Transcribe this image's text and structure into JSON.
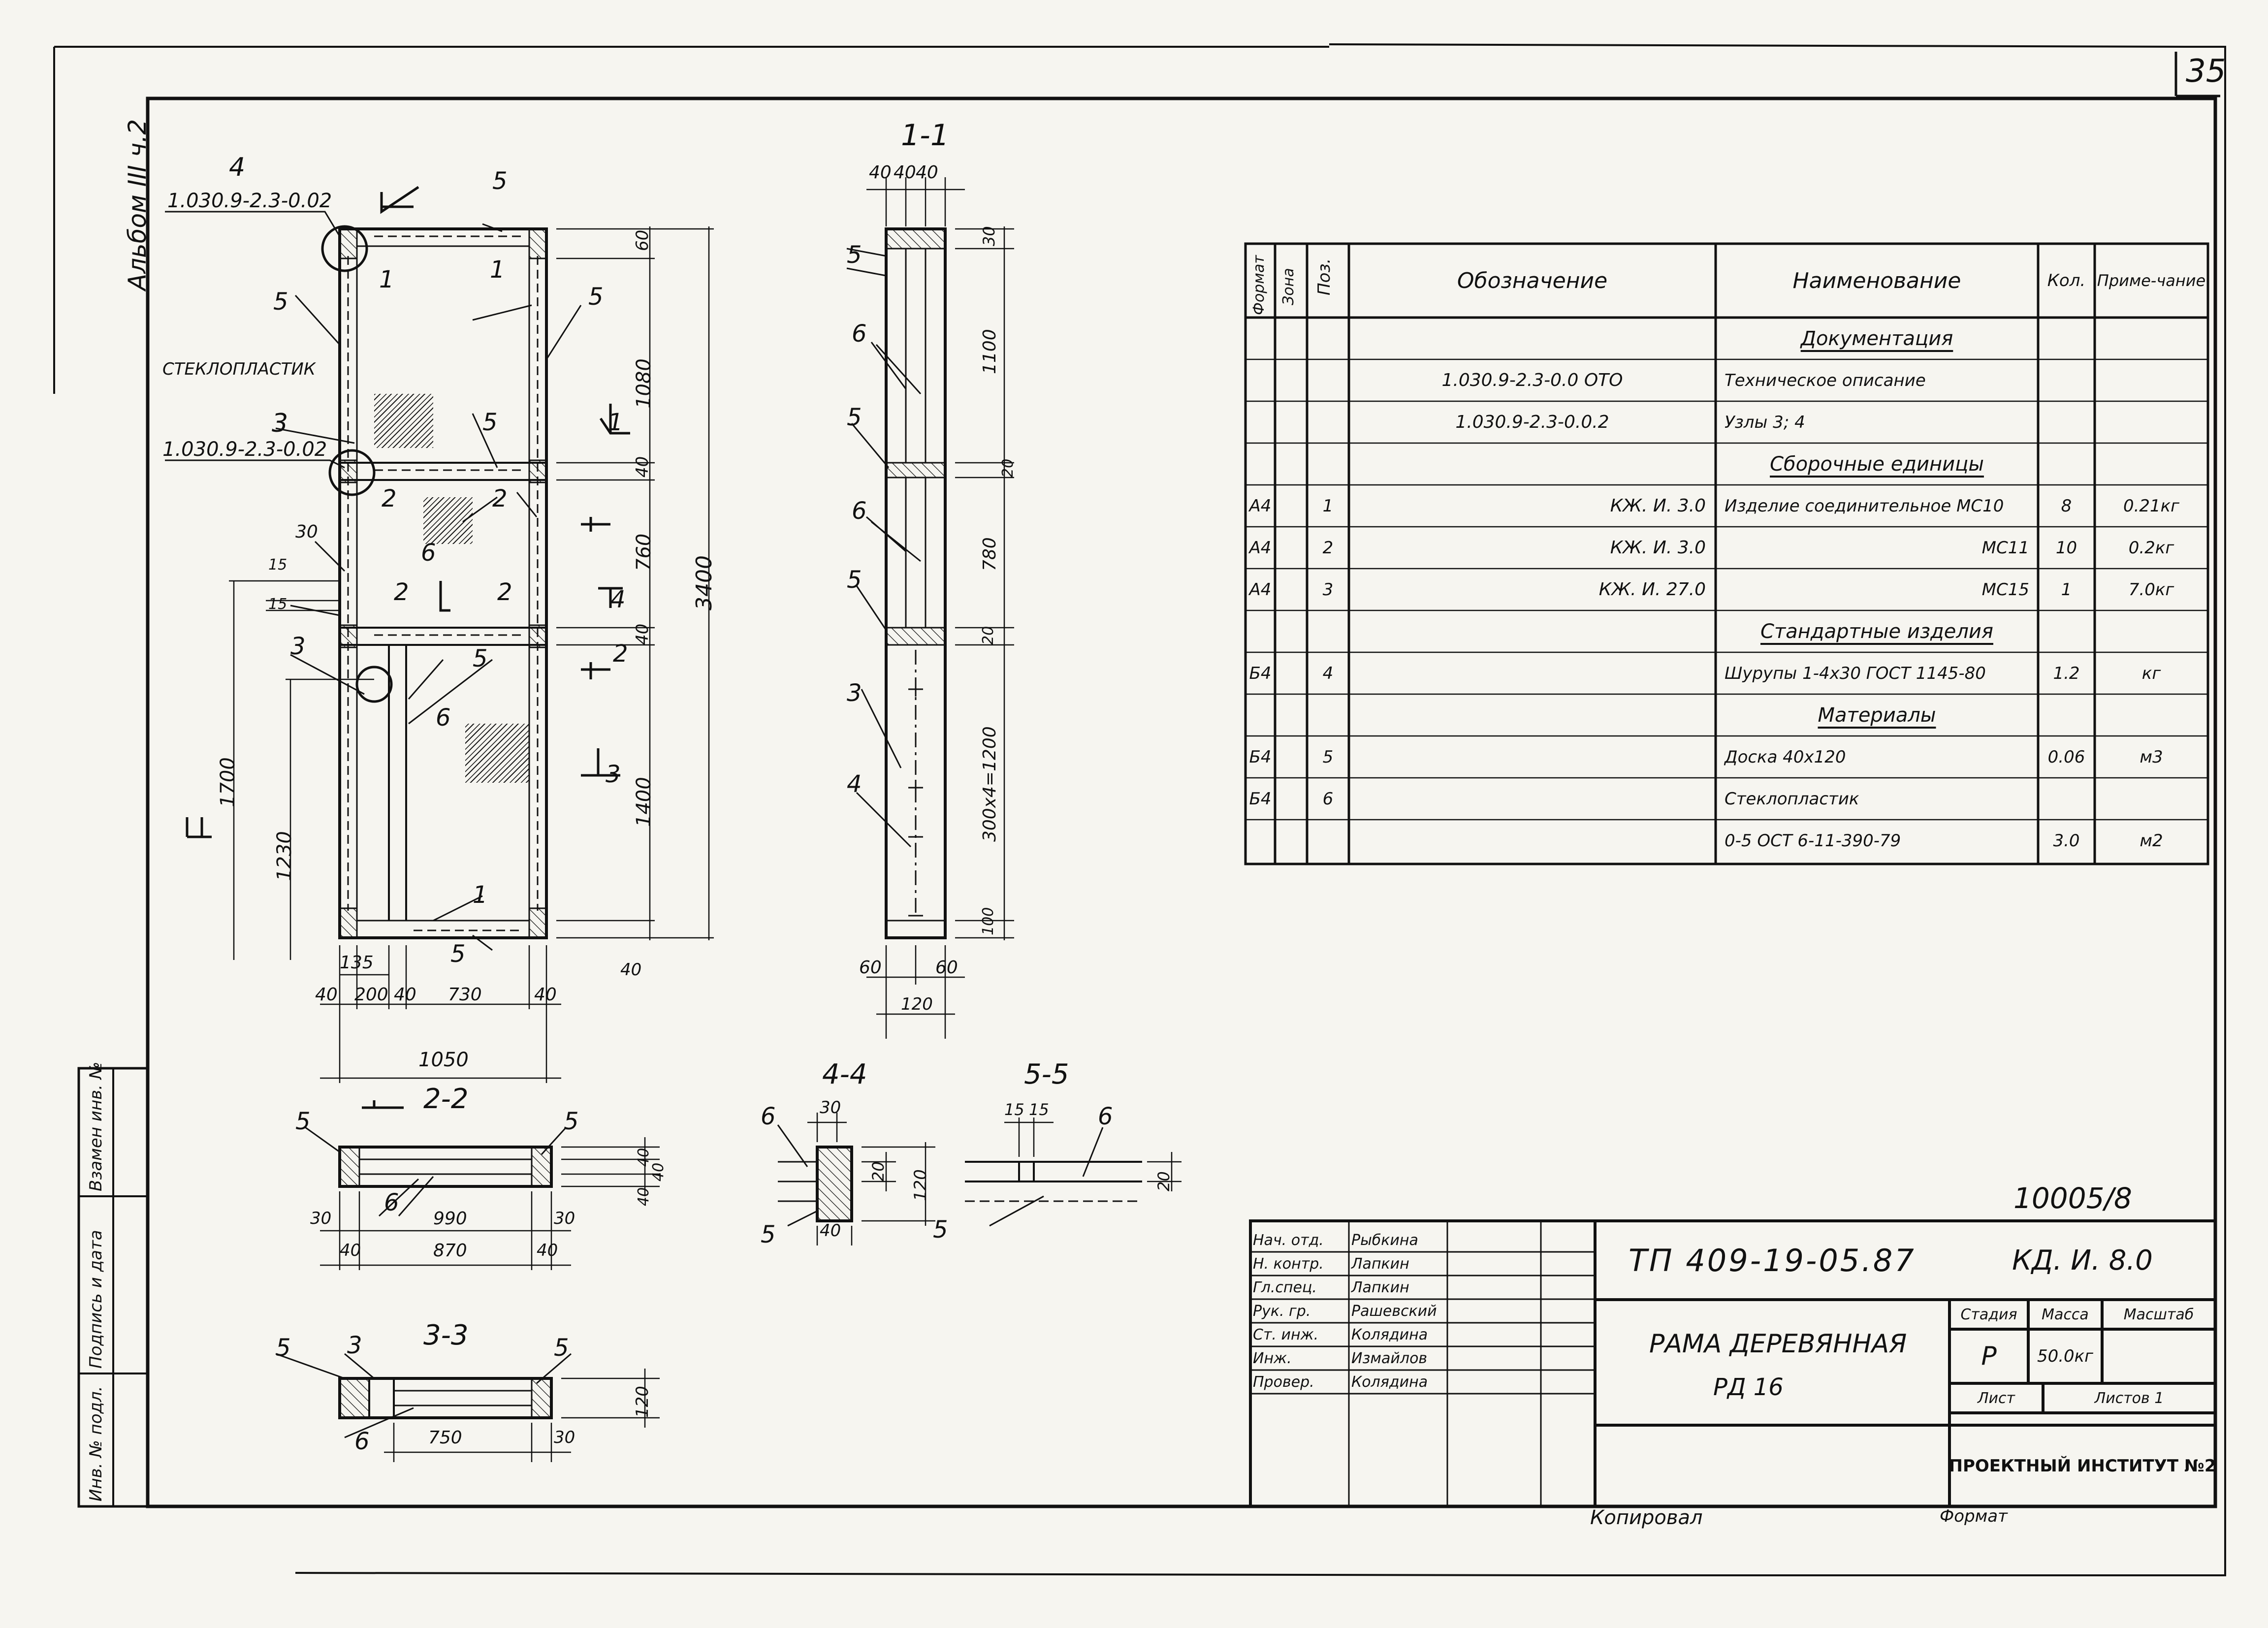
{
  "sheet": {
    "page_number": "35",
    "album": "Альбом III ч.2",
    "project_code": "ТП 409-19-05.87",
    "doc_code": "КД. И. 8.0",
    "inventory_no": "10005/8",
    "title_line1": "Рама деревянная",
    "title_line2": "РД 16",
    "org": "ПРОЕКТНЫЙ ИНСТИТУТ №2",
    "copied": "Копировал",
    "format": "Формат"
  },
  "side_stamp": {
    "inv_no": "Инв. № подл.",
    "sign_date": "Подпись и дата",
    "replace_inv": "Взамен инв. №"
  },
  "stamp": {
    "roles": [
      "Нач. отд.",
      "Н. контр.",
      "Гл.спец.",
      "Рук. гр.",
      "Ст. инж.",
      "Инж.",
      "Провер."
    ],
    "names": [
      "Рыбкина",
      "Лапкин",
      "Лапкин",
      "Рашевский",
      "Колядина",
      "Измайлов",
      "Колядина"
    ],
    "stage_h": "Стадия",
    "mass_h": "Масса",
    "scale_h": "Масштаб",
    "stage": "Р",
    "mass": "50.0кг",
    "sheet_h": "Лист",
    "sheets_h": "Листов 1"
  },
  "spec": {
    "headers": {
      "format": "Формат",
      "zone": "Зона",
      "pos": "Поз.",
      "designation": "Обозначение",
      "name": "Наименование",
      "qty": "Кол.",
      "note": "Приме-чание"
    },
    "rows": [
      {
        "format": "",
        "pos": "",
        "designation": "",
        "name": "Документация",
        "qty": "",
        "note": "",
        "section": true
      },
      {
        "format": "",
        "pos": "",
        "designation": "1.030.9-2.3-0.0 ОТО",
        "name": "Техническое описание",
        "qty": "",
        "note": ""
      },
      {
        "format": "",
        "pos": "",
        "designation": "1.030.9-2.3-0.0.2",
        "name": "Узлы 3; 4",
        "qty": "",
        "note": ""
      },
      {
        "format": "",
        "pos": "",
        "designation": "",
        "name": "Сборочные единицы",
        "qty": "",
        "note": "",
        "section": true
      },
      {
        "format": "А4",
        "pos": "1",
        "designation": "КЖ. И. 3.0",
        "name": "Изделие соединительное МС10",
        "qty": "8",
        "note": "0.21кг"
      },
      {
        "format": "А4",
        "pos": "2",
        "designation": "КЖ. И. 3.0",
        "name": "МС11",
        "qty": "10",
        "note": "0.2кг"
      },
      {
        "format": "А4",
        "pos": "3",
        "designation": "КЖ. И. 27.0",
        "name": "МС15",
        "qty": "1",
        "note": "7.0кг"
      },
      {
        "format": "",
        "pos": "",
        "designation": "",
        "name": "Стандартные изделия",
        "qty": "",
        "note": "",
        "section": true
      },
      {
        "format": "Б4",
        "pos": "4",
        "designation": "",
        "name": "Шурупы 1-4х30 ГОСТ 1145-80",
        "qty": "1.2",
        "note": "кг"
      },
      {
        "format": "",
        "pos": "",
        "designation": "",
        "name": "Материалы",
        "qty": "",
        "note": "",
        "section": true
      },
      {
        "format": "Б4",
        "pos": "5",
        "designation": "",
        "name": "Доска 40х120",
        "qty": "0.06",
        "note": "м3"
      },
      {
        "format": "Б4",
        "pos": "6",
        "designation": "",
        "name": "Стеклопластик",
        "qty": "",
        "note": ""
      },
      {
        "format": "",
        "pos": "",
        "designation": "",
        "name": "0-5 ОСТ 6-11-390-79",
        "qty": "3.0",
        "note": "м2"
      }
    ]
  },
  "views": {
    "main": {
      "callout_4": "4",
      "callout_4_ref": "1.030.9-2.3-0.02",
      "callout_3": "3",
      "callout_3_ref": "1.030.9-2.3-0.02",
      "material_label_6": "Стеклопластик",
      "dims_h": [
        "40",
        "200",
        "40",
        "730",
        "40",
        "1050",
        "135"
      ],
      "dims_v_right": [
        "60",
        "1080",
        "40",
        "760",
        "40",
        "1400",
        "40",
        "3400"
      ],
      "dims_v_left": [
        "1700",
        "1230",
        "30",
        "15",
        "15"
      ]
    },
    "section_1_1": {
      "title": "1-1",
      "top_dims": [
        "40",
        "40",
        "40"
      ],
      "dims": [
        "30",
        "1100",
        "20",
        "780",
        "20",
        "300х4=1200",
        "100"
      ],
      "bottom_dims": [
        "60",
        "60",
        "120"
      ]
    },
    "section_2_2": {
      "title": "2-2",
      "dims": [
        "30",
        "990",
        "30",
        "40",
        "870",
        "40"
      ],
      "side_dims": [
        "40",
        "40",
        "40"
      ]
    },
    "section_3_3": {
      "title": "3-3",
      "dims": [
        "750",
        "30",
        "120"
      ]
    },
    "section_4_4": {
      "title": "4-4",
      "dims": [
        "30",
        "20",
        "120",
        "40"
      ]
    },
    "section_5_5": {
      "title": "5-5",
      "dims": [
        "15",
        "15",
        "20"
      ]
    }
  }
}
